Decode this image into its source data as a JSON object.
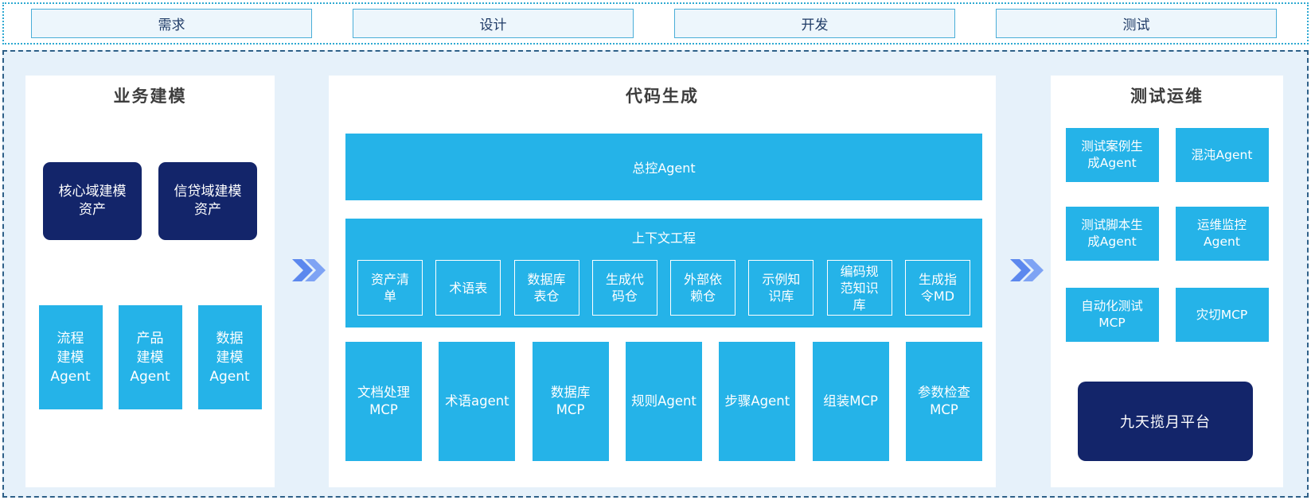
{
  "phases": [
    "需求",
    "设计",
    "开发",
    "测试"
  ],
  "panels": {
    "business_modeling": {
      "title": "业务建模",
      "asset_boxes": [
        "核心域建模\n资产",
        "信贷域建模\n资产"
      ],
      "agent_boxes": [
        "流程\n建模\nAgent",
        "产品\n建模\nAgent",
        "数据\n建模\nAgent"
      ]
    },
    "code_generation": {
      "title": "代码生成",
      "master_agent": "总控Agent",
      "context_engineering": {
        "title": "上下文工程",
        "items": [
          "资产清\n单",
          "术语表",
          "数据库\n表仓",
          "生成代\n码仓",
          "外部依\n赖仓",
          "示例知\n识库",
          "编码规\n范知识\n库",
          "生成指\n令MD"
        ]
      },
      "tool_boxes": [
        "文档处理\nMCP",
        "术语agent",
        "数据库\nMCP",
        "规则Agent",
        "步骤Agent",
        "组装MCP",
        "参数检查\nMCP"
      ]
    },
    "test_ops": {
      "title": "测试运维",
      "boxes": [
        "测试案例生\n成Agent",
        "混沌Agent",
        "测试脚本生\n成Agent",
        "运维监控\nAgent",
        "自动化测试\nMCP",
        "灾切MCP"
      ],
      "platform": "九天揽月平台"
    }
  },
  "colors": {
    "cyan_box": "#25b3e8",
    "navy_box": "#13256a",
    "panel_bg": "#ffffff",
    "band_bg": "#e6f1fa",
    "top_dotted_border": "#2fa9d2",
    "main_dashed_border": "#2e6088",
    "phase_box_bg": "#edf6fc",
    "phase_box_border": "#4aaed8",
    "phase_text": "#1e3a66",
    "title_text": "#3d3d3d",
    "chevron_dark": "#5c88ee",
    "chevron_light": "#7ea3f4"
  }
}
